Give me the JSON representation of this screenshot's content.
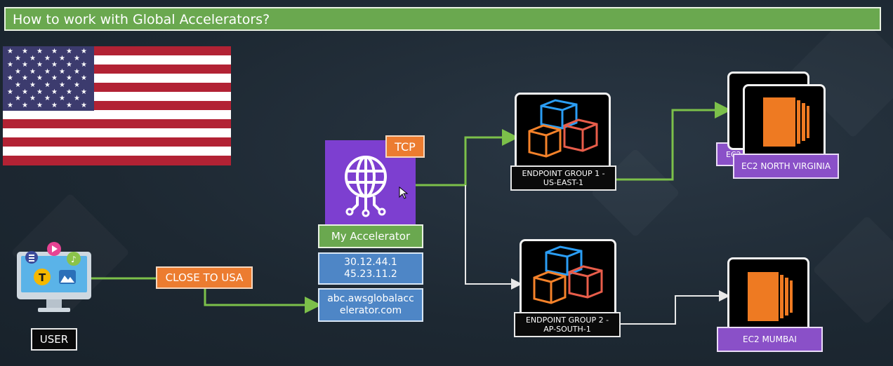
{
  "title": "How to work with Global Accelerators?",
  "user": {
    "label": "USER"
  },
  "close_to": {
    "label": "CLOSE TO USA"
  },
  "accelerator": {
    "protocol": "TCP",
    "name": "My Accelerator",
    "ip_line1": "30.12.44.1",
    "ip_line2": "45.23.11.2",
    "dns_line1": "abc.awsglobalacc",
    "dns_line2": "elerator.com"
  },
  "endpoint_group_1": {
    "line1": "ENDPOINT GROUP 1 -",
    "line2": "US-EAST-1"
  },
  "endpoint_group_2": {
    "line1": "ENDPOINT GROUP 2 -",
    "line2": "AP-SOUTH-1"
  },
  "ec2_nv": {
    "label": "EC2 NORTH VIRGINIA",
    "back_label": "EC2"
  },
  "ec2_mumbai": {
    "label": "EC2 MUMBAI"
  },
  "colors": {
    "green": "#6aa84f",
    "blue": "#4e86c6",
    "orange": "#ec7c30",
    "purple": "#8a50c8",
    "accelerator_purple": "#7d3fd0"
  }
}
